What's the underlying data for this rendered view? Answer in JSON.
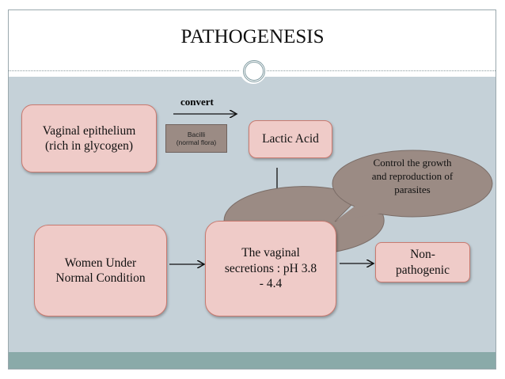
{
  "title": "PATHOGENESIS",
  "nodes": {
    "epithelium": "Vaginal epithelium\n(rich in glycogen)",
    "bacilli_line1": "Bacilli",
    "bacilli_line2": "(normal flora)",
    "convert": "convert",
    "lactic_acid": "Lactic Acid",
    "women": "Women Under\nNormal Condition",
    "secretions": "The vaginal\nsecretions : pH 3.8\n- 4.4",
    "non_pathogenic": "Non-\npathogenic",
    "callout": "Control the growth\nand reproduction of\nparasites"
  },
  "colors": {
    "box_fill": "#efcbc8",
    "box_border": "#c97a70",
    "background": "#c5d1d8",
    "footer": "#8aaaa9",
    "callout": "#9b8b84"
  }
}
